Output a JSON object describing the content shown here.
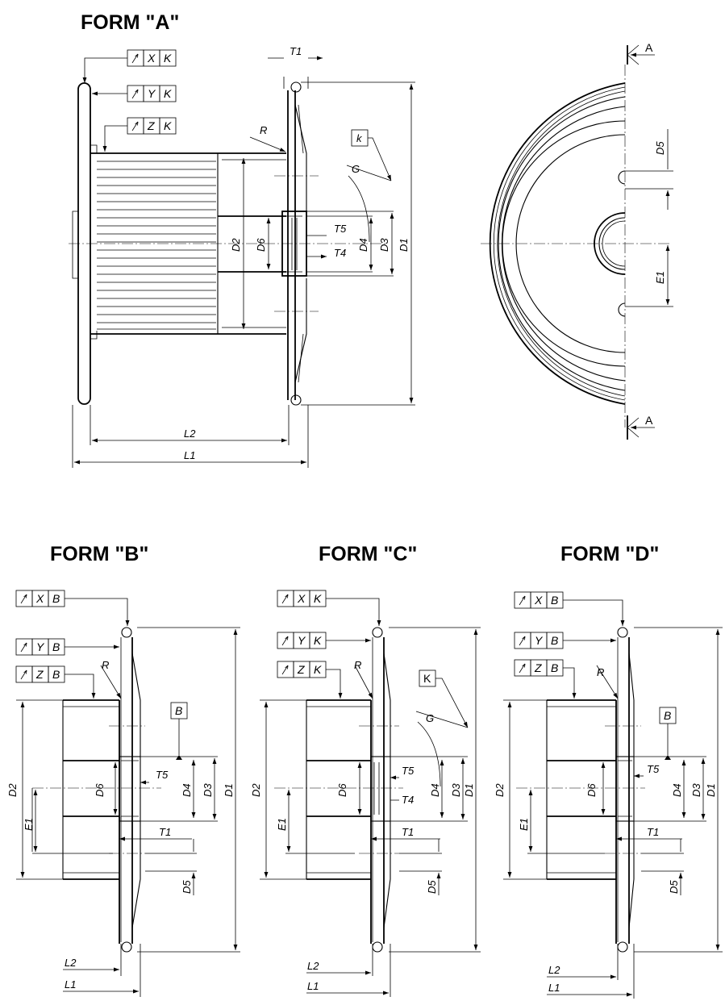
{
  "titles": {
    "form_a": "FORM  \"A\"",
    "form_b": "FORM \"B\"",
    "form_c": "FORM \"C\"",
    "form_d": "FORM \"D\""
  },
  "labels": {
    "T1": "T1",
    "R": "R",
    "k": "k",
    "K": "K",
    "G": "G",
    "B": "B",
    "T5": "T5",
    "T4": "T4",
    "D1": "D1",
    "D2": "D2",
    "D3": "D3",
    "D4": "D4",
    "D5": "D5",
    "D6": "D6",
    "E1": "E1",
    "L1": "L1",
    "L2": "L2",
    "A": "A"
  },
  "frames": {
    "form_a": [
      [
        "X",
        "K"
      ],
      [
        "Y",
        "K"
      ],
      [
        "Z",
        "K"
      ]
    ],
    "form_b": [
      [
        "X",
        "B"
      ],
      [
        "Y",
        "B"
      ],
      [
        "Z",
        "B"
      ]
    ],
    "form_c": [
      [
        "X",
        "K"
      ],
      [
        "Y",
        "K"
      ],
      [
        "Z",
        "K"
      ]
    ],
    "form_d": [
      [
        "X",
        "B"
      ],
      [
        "Y",
        "B"
      ],
      [
        "Z",
        "B"
      ]
    ]
  },
  "icons": {
    "runout": "runout-arrow-icon",
    "section": "section-arrow-icon"
  },
  "colors": {
    "line": "#000000",
    "background": "#ffffff"
  }
}
